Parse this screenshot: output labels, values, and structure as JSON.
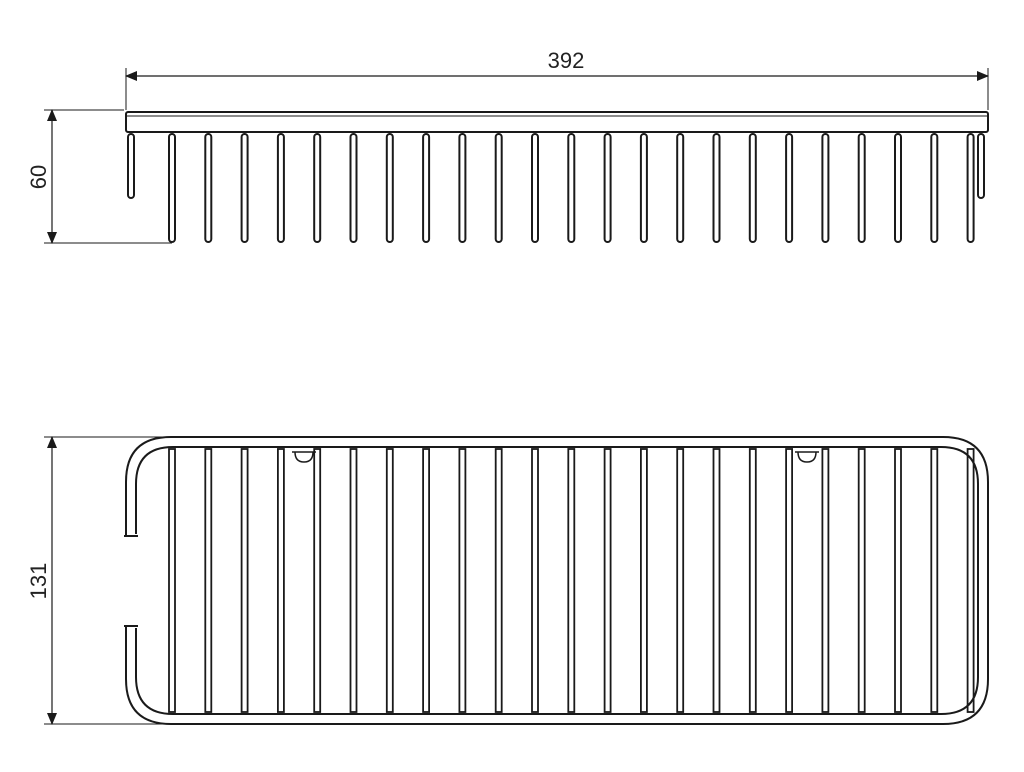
{
  "dimensions": {
    "width_label": "392",
    "height_label": "60",
    "depth_label": "131"
  },
  "colors": {
    "line": "#1a1a1a",
    "background": "#ffffff"
  }
}
